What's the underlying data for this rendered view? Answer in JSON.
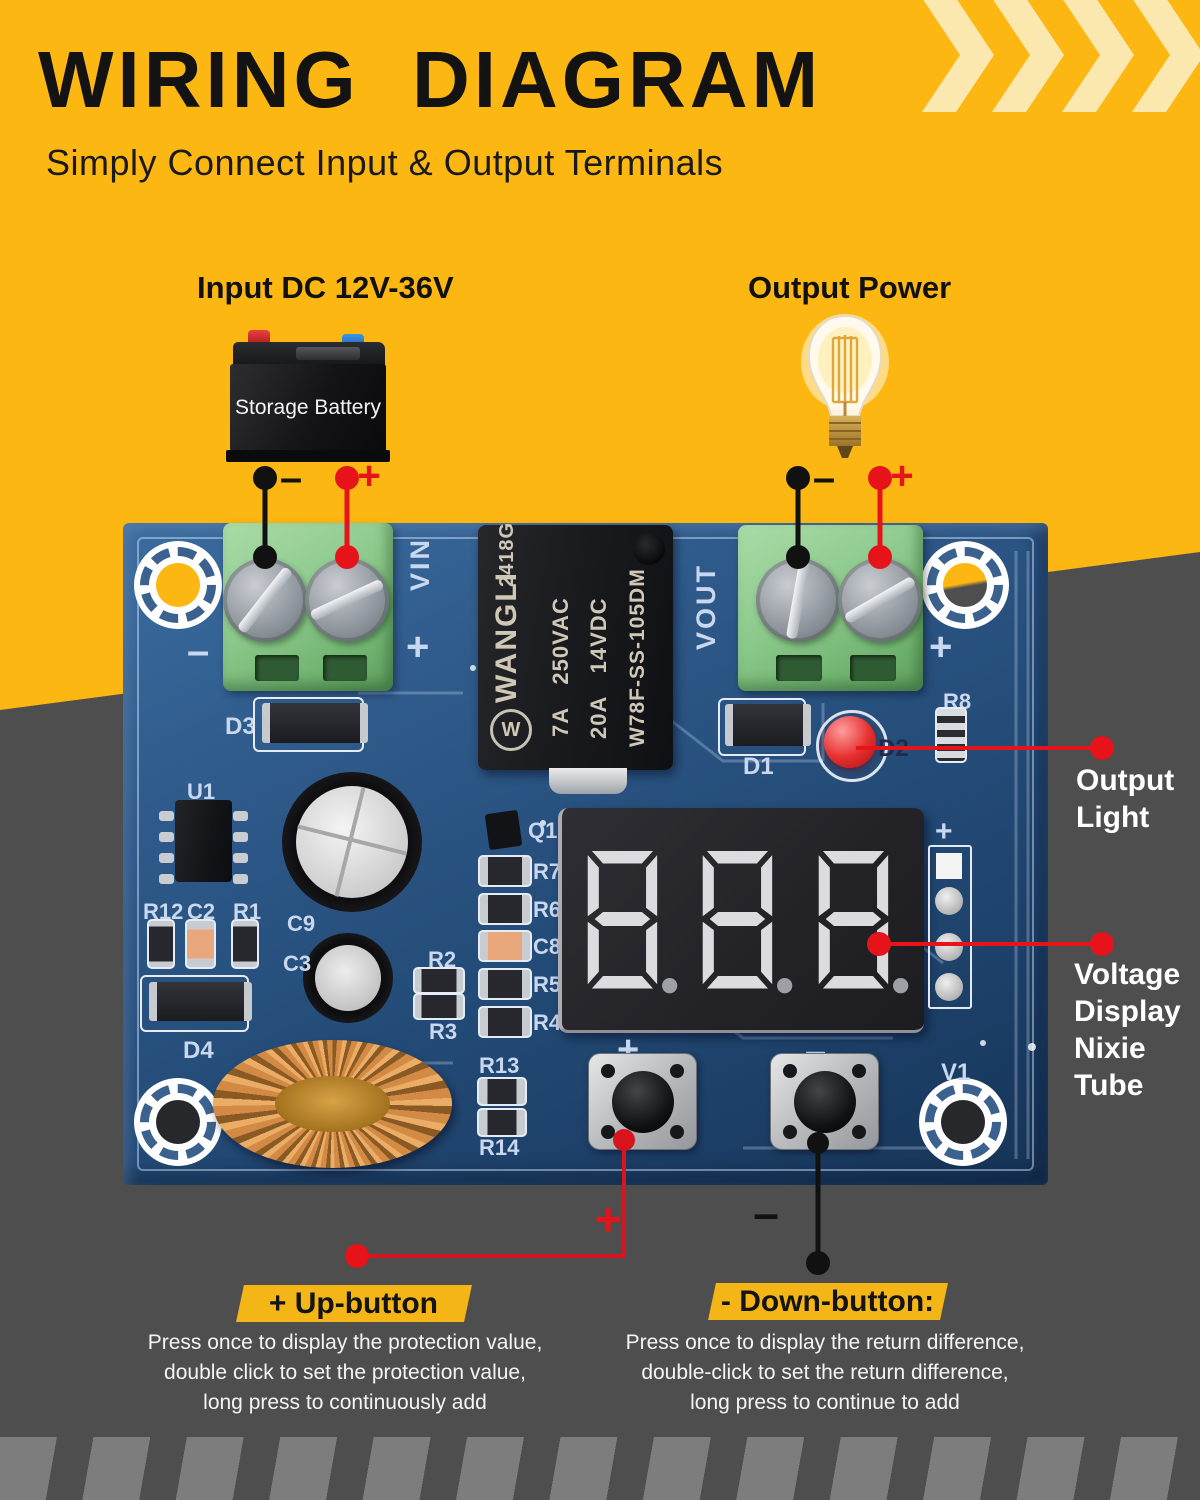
{
  "header": {
    "title": "WIRING DIAGRAM",
    "subtitle": "Simply Connect Input & Output Terminals"
  },
  "input": {
    "label": "Input DC 12V-36V",
    "battery_text": "Storage Battery",
    "minus": "–",
    "plus": "+"
  },
  "output": {
    "label": "Output Power",
    "minus": "–",
    "plus": "+"
  },
  "pcb": {
    "vin": "VIN",
    "vout": "VOUT",
    "vin_minus": "–",
    "vin_plus": "+",
    "vout_plus": "+",
    "display": {
      "value": "8.8.8."
    },
    "display_plus": "+",
    "btn_up_sign": "+",
    "btn_down_sign": "–",
    "relay": {
      "logo": "W",
      "brand": "WANGLI",
      "code": "2418G",
      "spec1": "7A 250VAC",
      "spec2": "20A 14VDC",
      "model": "W78F-SS-105DM"
    },
    "labels": {
      "d3": "D3",
      "d1": "D1",
      "d2": "D2",
      "r8": "R8",
      "u1": "U1",
      "r12": "R12",
      "c2": "C2",
      "r1": "R1",
      "c9": "C9",
      "c3": "C3",
      "r2": "R2",
      "r3": "R3",
      "d4": "D4",
      "q1": "Q1",
      "r7": "R7",
      "r6": "R6",
      "c8": "C8",
      "r5": "R5",
      "r4": "R4",
      "r13": "R13",
      "r14": "R14",
      "v1": "V1"
    }
  },
  "annotations": {
    "output_light": "Output Light",
    "voltage_display": "Voltage Display Nixie Tube",
    "up_plus": "+",
    "down_minus": "–",
    "up_button": {
      "title": "+ Up-button",
      "desc1": "Press once to display the protection value,",
      "desc2": "double click to set the protection value,",
      "desc3": "long press to continuously add"
    },
    "down_button": {
      "title": "- Down-button:",
      "desc1": "Press once to display the return difference,",
      "desc2": "double-click to set the return difference,",
      "desc3": "long press to continue to add"
    }
  },
  "colors": {
    "yellow": "#FCB713",
    "cream_chevron": "#FBE8AE",
    "gray": "#4E4E4E",
    "stripe_gray": "#7D7D7D",
    "pcb_blue": "#2D5888",
    "silk": "#C9D7EF",
    "accent_red": "#E6131A",
    "terminal_green": "#8CC98C"
  }
}
